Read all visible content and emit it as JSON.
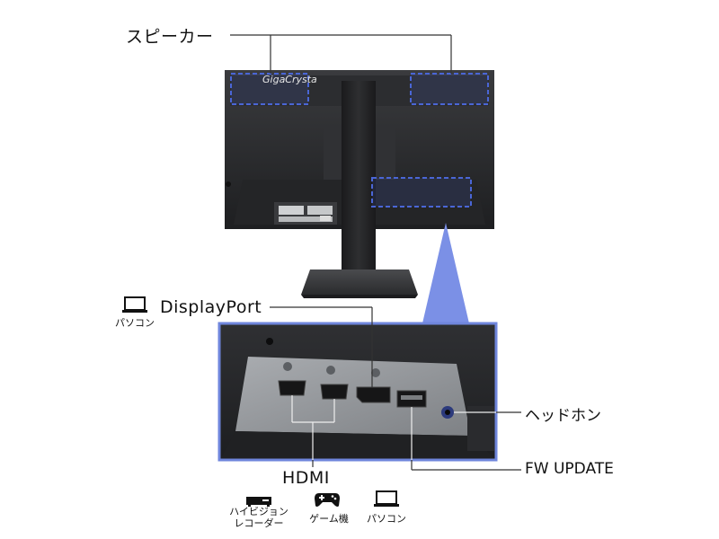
{
  "brand": "GigaCrysta",
  "callouts": {
    "speaker": "スピーカー",
    "displayport": "DisplayPort",
    "headphone": "ヘッドホン",
    "fw_update": "FW UPDATE",
    "hdmi": "HDMI"
  },
  "devices": {
    "pc_top": "パソコン",
    "recorder_line1": "ハイビジョン",
    "recorder_line2": "レコーダー",
    "game": "ゲーム機",
    "pc_bottom": "パソコン"
  },
  "colors": {
    "highlight": "#4a66d6",
    "monitor_body": "#2a2b2d",
    "zoom_border": "#6f86dc",
    "zoom_fill": "#7b90e6"
  },
  "icons": {
    "pc": "laptop-icon",
    "recorder": "recorder-icon",
    "game": "gamepad-icon"
  }
}
